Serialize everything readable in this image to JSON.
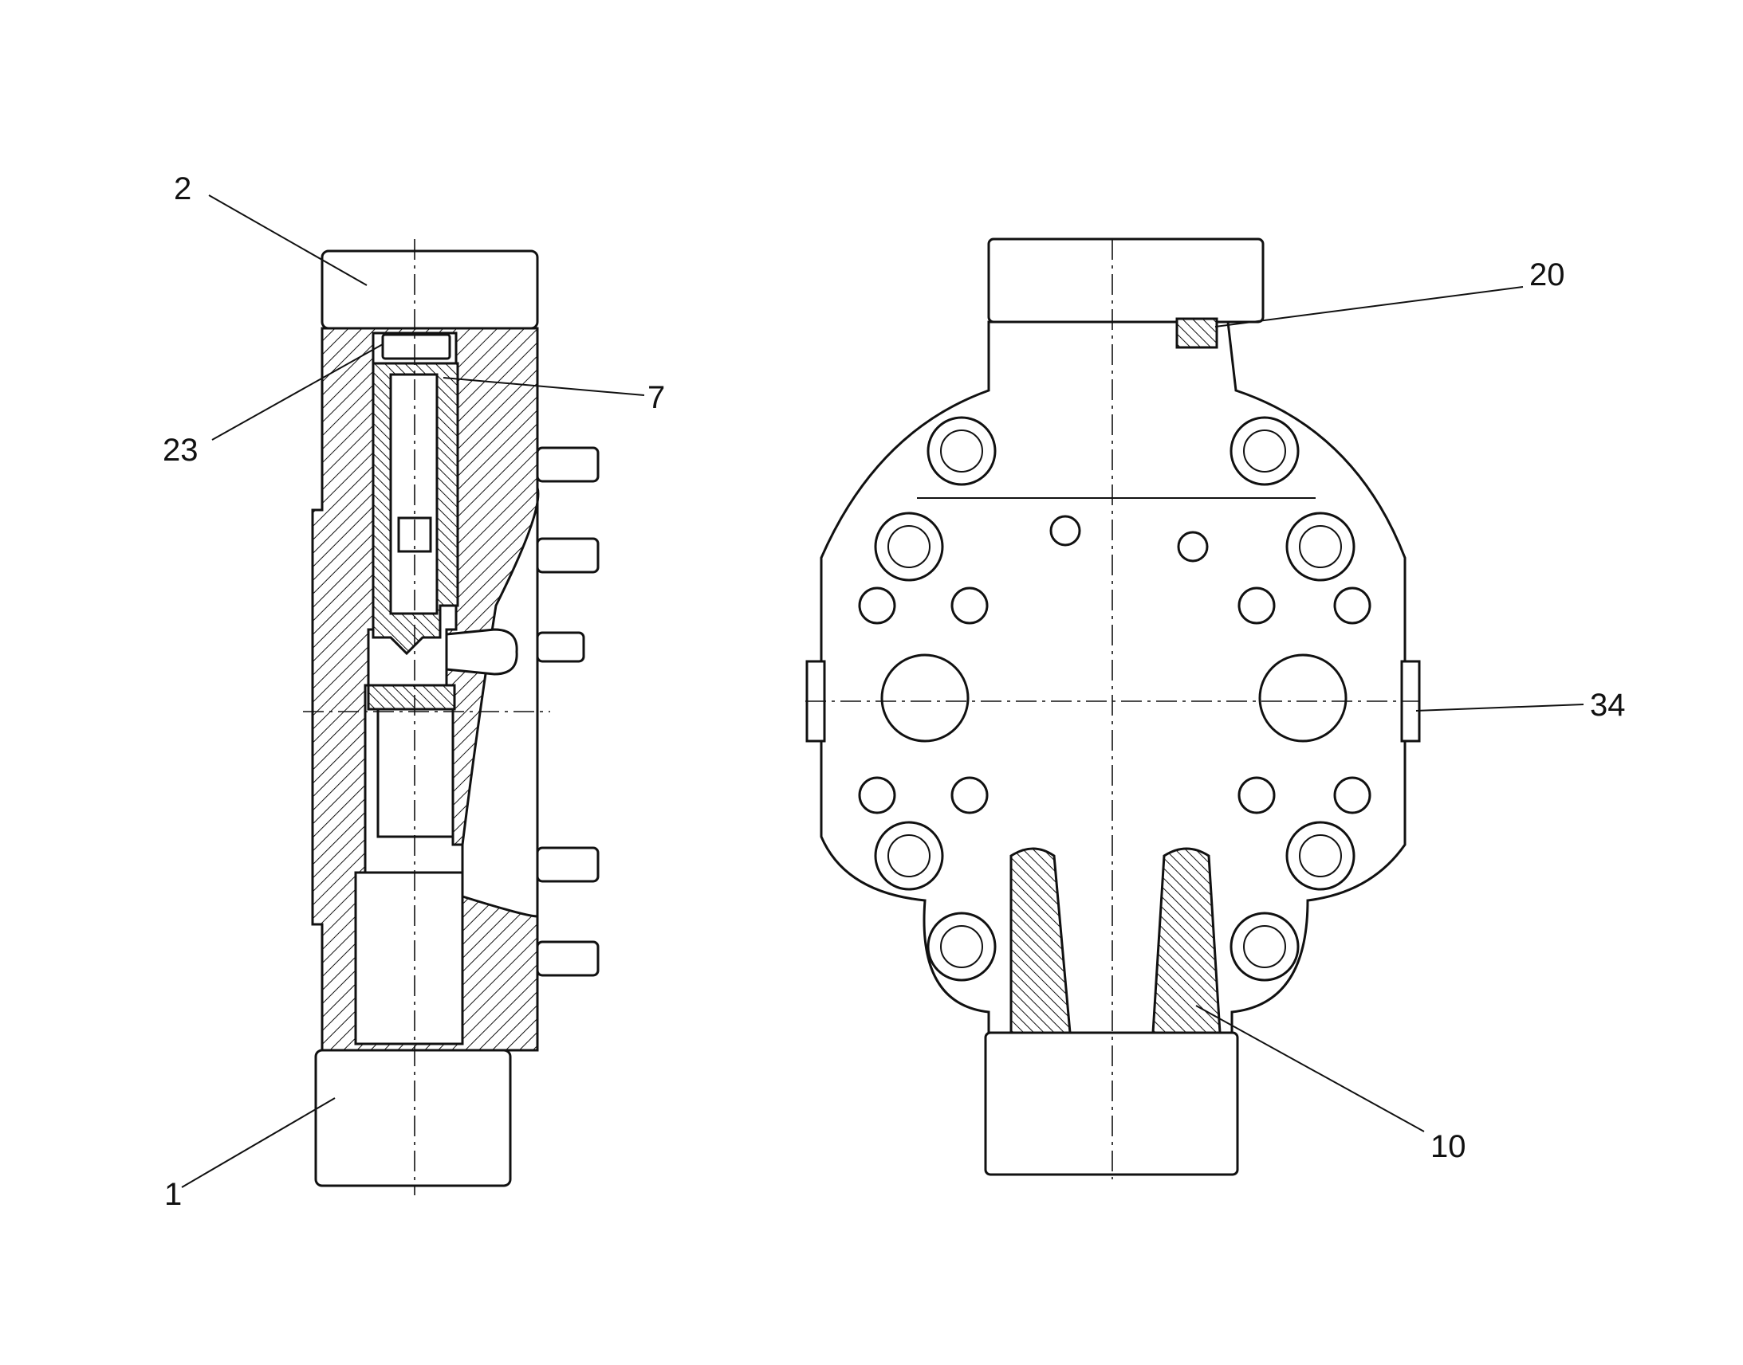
{
  "figure": {
    "reference_numerals": {
      "n2": "2",
      "n23": "23",
      "n7": "7",
      "n1": "1",
      "n20": "20",
      "n34": "34",
      "n10": "10"
    }
  }
}
